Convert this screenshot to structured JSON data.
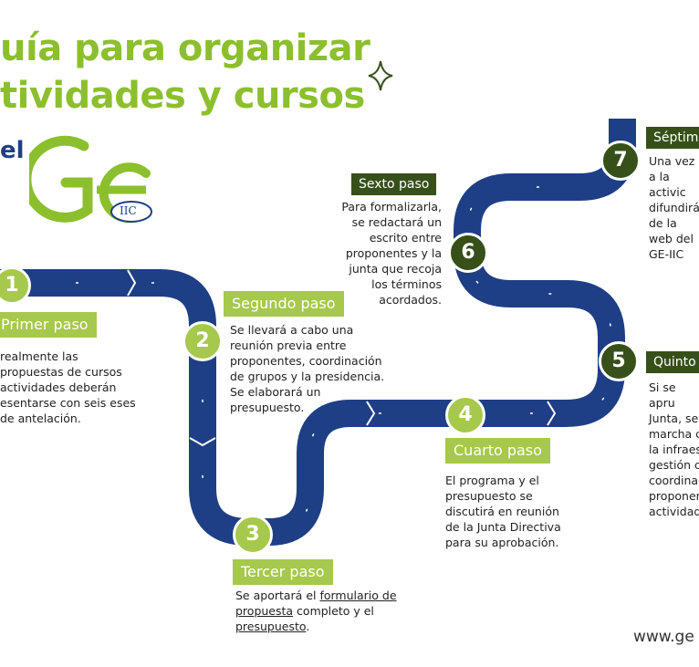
{
  "title": {
    "line1": "uía para organizar",
    "line2": "tividades y cursos"
  },
  "subtitle_fragment": "el",
  "logo_text": {
    "main": "GE",
    "sub": "IIC"
  },
  "colors": {
    "road": "#1e3f85",
    "accent_green": "#8cbf2e",
    "label_green": "#a6c84c",
    "label_dark": "#37501a",
    "circle_dark": "#37501a"
  },
  "steps": [
    {
      "number": "1",
      "label": "Primer paso",
      "text": "realmente las propuestas de cursos actividades deberán esentarse con seis eses de antelación."
    },
    {
      "number": "2",
      "label": "Segundo paso",
      "text": "Se llevará a cabo una reunión previa entre proponentes, coordinación de grupos y la presidencia. Se elaborará un presupuesto."
    },
    {
      "number": "3",
      "label": "Tercer paso",
      "text_before": "Se aportará el ",
      "link1": "formulario de propuesta",
      "text_middle": " completo y el ",
      "link2": "presupuesto",
      "text_after": "."
    },
    {
      "number": "4",
      "label": "Cuarto paso",
      "text": "El programa y el presupuesto se discutirá en reunión de la Junta Directiva para su aprobación."
    },
    {
      "number": "5",
      "label": "Quinto",
      "text": "Si se apru Junta, se marcha c la infraes gestión c coordinac proponen actividad"
    },
    {
      "number": "6",
      "label": "Sexto paso",
      "text": "Para formalizarla, se redactará un escrito entre proponentes y la junta que recoja los términos acordados."
    },
    {
      "number": "7",
      "label": "Séptim",
      "text": "Una vez a la activic difundirá de la web del GE-IIC"
    }
  ],
  "footer": "www.ge"
}
